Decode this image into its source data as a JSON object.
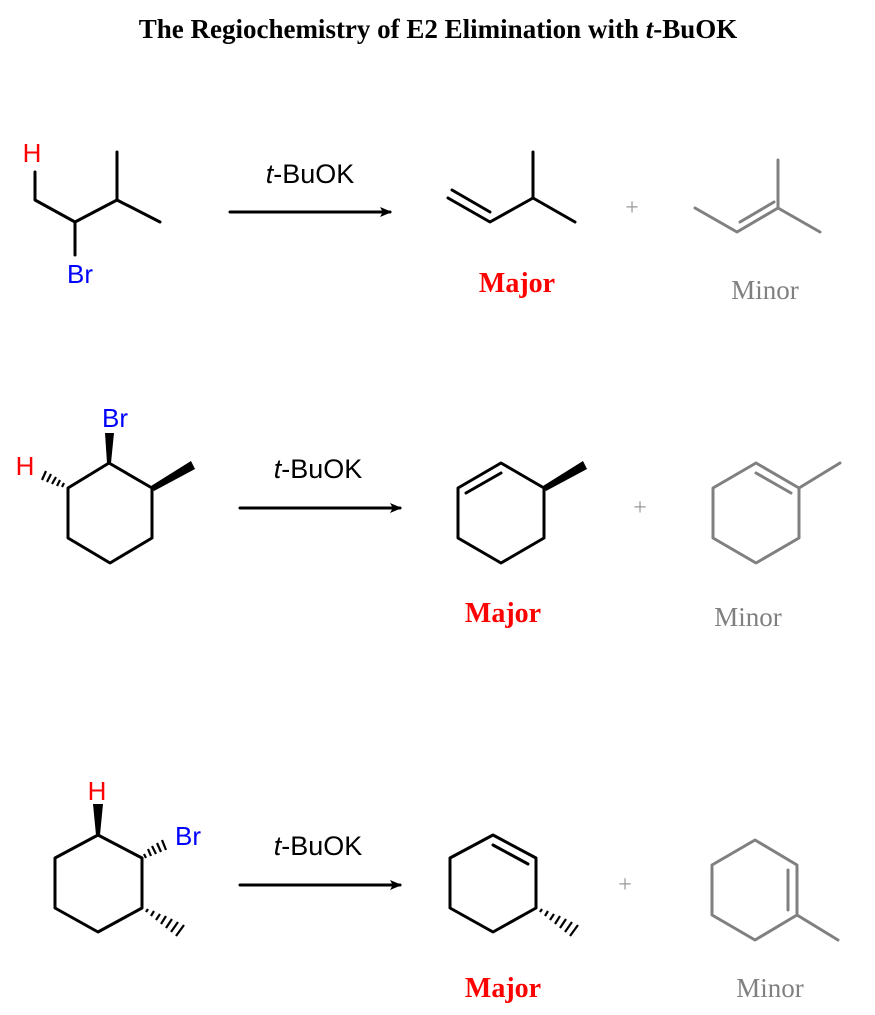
{
  "title": {
    "prefix": "The Regiochemistry of E2 Elimination with ",
    "italic": "t",
    "suffix": "-BuOK"
  },
  "reagent": {
    "italic": "t",
    "rest": "-BuOK"
  },
  "atoms": {
    "H": "H",
    "Br": "Br"
  },
  "labels": {
    "major": "Major",
    "minor": "Minor",
    "plus": "+"
  },
  "colors": {
    "hydrogen": "#ff0000",
    "bromine": "#0000ff",
    "major": "#ff0000",
    "minor": "#808080"
  }
}
